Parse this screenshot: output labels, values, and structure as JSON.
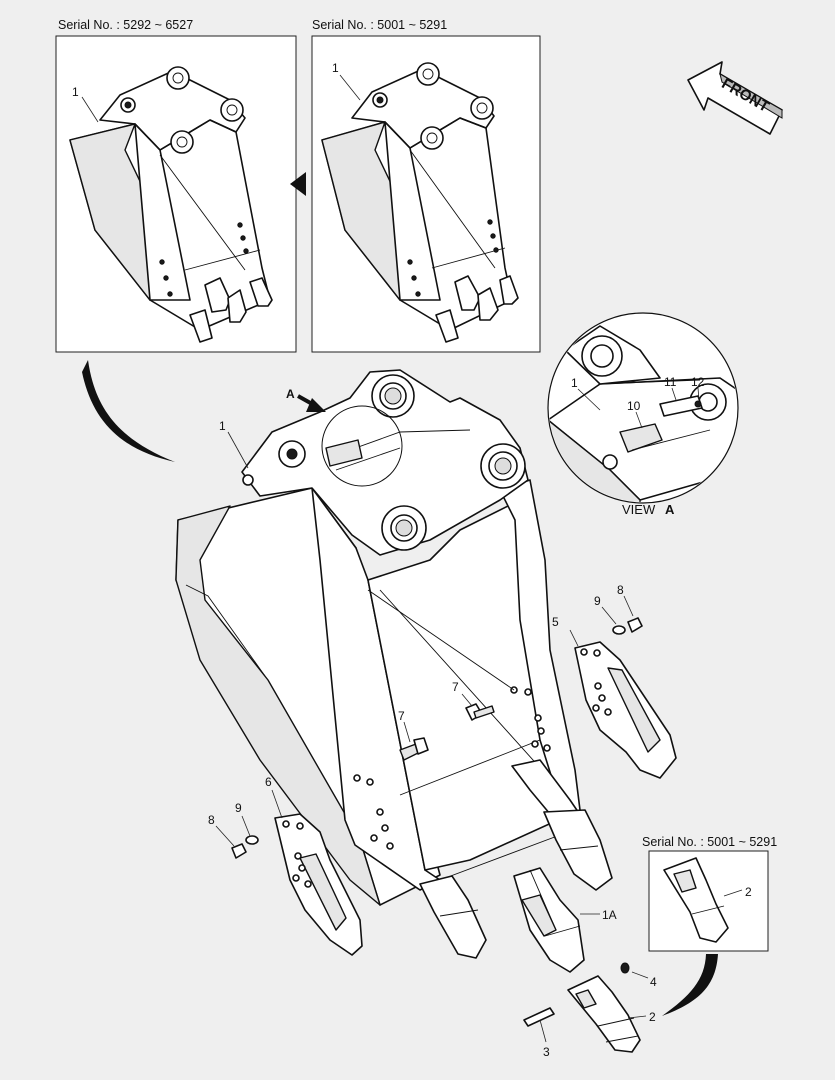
{
  "variants": {
    "left_serial": "Serial No. : 5292 ~ 6527",
    "right_serial": "Serial No. : 5001 ~ 5291",
    "tooth_serial": "Serial No. : 5001 ~ 5291"
  },
  "direction": {
    "front_label": "FRONT"
  },
  "view": {
    "marker": "A",
    "caption": "VIEW",
    "caption_letter": "A"
  },
  "labels": {
    "l1": "1",
    "r1": "1",
    "main1": "1",
    "v1": "1",
    "v10": "10",
    "v11": "11",
    "v12": "12",
    "p5": "5",
    "p9r": "9",
    "p8r": "8",
    "p7a": "7",
    "p7b": "7",
    "p6": "6",
    "p9l": "9",
    "p8l": "8",
    "p1a": "1A",
    "p4": "4",
    "p2": "2",
    "p3": "3",
    "inset2": "2"
  }
}
